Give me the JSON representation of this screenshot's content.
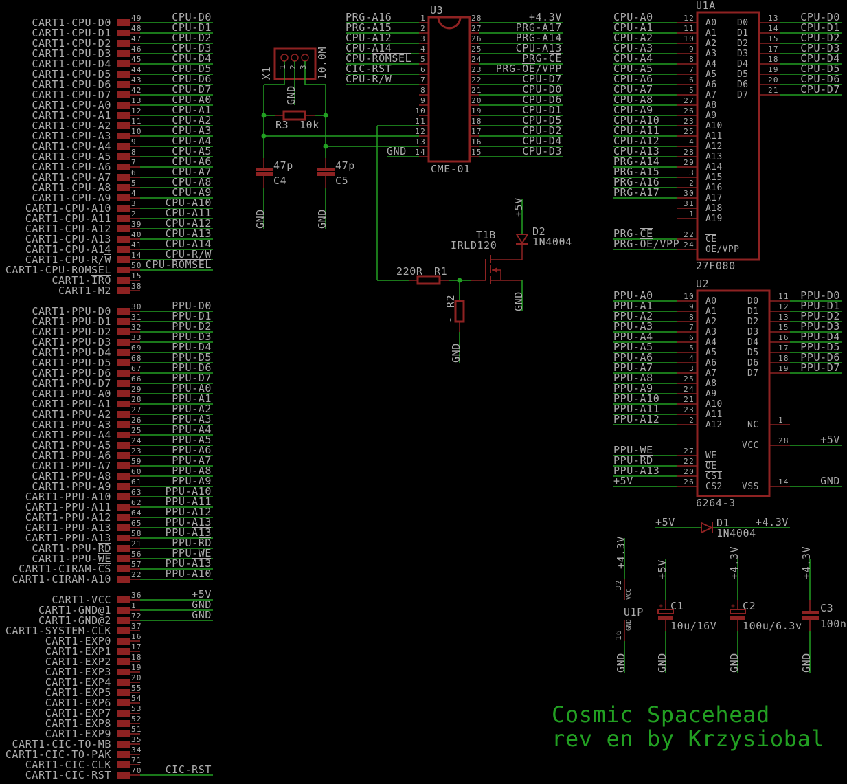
{
  "colors": {
    "background": "#000000",
    "text": "#ababab",
    "wire": "#22a022",
    "part": "#8e2222",
    "title": "#22a022"
  },
  "connector": {
    "sections": [
      {
        "rows": [
          {
            "label": "CART1-CPU-D0",
            "pin": "49",
            "net": "CPU-D0"
          },
          {
            "label": "CART1-CPU-D1",
            "pin": "48",
            "net": "CPU-D1"
          },
          {
            "label": "CART1-CPU-D2",
            "pin": "47",
            "net": "CPU-D2"
          },
          {
            "label": "CART1-CPU-D3",
            "pin": "46",
            "net": "CPU-D3"
          },
          {
            "label": "CART1-CPU-D4",
            "pin": "45",
            "net": "CPU-D4"
          },
          {
            "label": "CART1-CPU-D5",
            "pin": "44",
            "net": "CPU-D5"
          },
          {
            "label": "CART1-CPU-D6",
            "pin": "43",
            "net": "CPU-D6"
          },
          {
            "label": "CART1-CPU-D7",
            "pin": "42",
            "net": "CPU-D7"
          },
          {
            "label": "CART1-CPU-A0",
            "pin": "13",
            "net": "CPU-A0"
          },
          {
            "label": "CART1-CPU-A1",
            "pin": "12",
            "net": "CPU-A1"
          },
          {
            "label": "CART1-CPU-A2",
            "pin": "11",
            "net": "CPU-A2"
          },
          {
            "label": "CART1-CPU-A3",
            "pin": "10",
            "net": "CPU-A3"
          },
          {
            "label": "CART1-CPU-A4",
            "pin": "9",
            "net": "CPU-A4"
          },
          {
            "label": "CART1-CPU-A5",
            "pin": "8",
            "net": "CPU-A5"
          },
          {
            "label": "CART1-CPU-A6",
            "pin": "7",
            "net": "CPU-A6"
          },
          {
            "label": "CART1-CPU-A7",
            "pin": "6",
            "net": "CPU-A7"
          },
          {
            "label": "CART1-CPU-A8",
            "pin": "5",
            "net": "CPU-A8"
          },
          {
            "label": "CART1-CPU-A9",
            "pin": "4",
            "net": "CPU-A9"
          },
          {
            "label": "CART1-CPU-A10",
            "pin": "3",
            "net": "CPU-A10"
          },
          {
            "label": "CART1-CPU-A11",
            "pin": "2",
            "net": "CPU-A11"
          },
          {
            "label": "CART1-CPU-A12",
            "pin": "39",
            "net": "CPU-A12"
          },
          {
            "label": "CART1-CPU-A13",
            "pin": "40",
            "net": "CPU-A13"
          },
          {
            "label": "CART1-CPU-A14",
            "pin": "41",
            "net": "CPU-A14"
          },
          {
            "label": "CART1-CPU-R/W",
            "pin": "14",
            "net": "CPU-R/W",
            "overline": "W",
            "net_overline": "W"
          },
          {
            "label": "CART1-CPU-ROMSEL",
            "pin": "50",
            "net": "CPU-ROMSEL",
            "overline": "ROMSEL",
            "net_overline": "ROMSEL"
          },
          {
            "label": "CART1-IRQ",
            "pin": "15",
            "overline": "IRQ"
          },
          {
            "label": "CART1-M2",
            "pin": "38"
          }
        ]
      },
      {
        "rows": [
          {
            "label": "CART1-PPU-D0",
            "pin": "30",
            "net": "PPU-D0"
          },
          {
            "label": "CART1-PPU-D1",
            "pin": "31",
            "net": "PPU-D1"
          },
          {
            "label": "CART1-PPU-D2",
            "pin": "32",
            "net": "PPU-D2"
          },
          {
            "label": "CART1-PPU-D3",
            "pin": "33",
            "net": "PPU-D3"
          },
          {
            "label": "CART1-PPU-D4",
            "pin": "69",
            "net": "PPU-D4"
          },
          {
            "label": "CART1-PPU-D5",
            "pin": "68",
            "net": "PPU-D5"
          },
          {
            "label": "CART1-PPU-D6",
            "pin": "67",
            "net": "PPU-D6"
          },
          {
            "label": "CART1-PPU-D7",
            "pin": "66",
            "net": "PPU-D7"
          },
          {
            "label": "CART1-PPU-A0",
            "pin": "29",
            "net": "PPU-A0"
          },
          {
            "label": "CART1-PPU-A1",
            "pin": "28",
            "net": "PPU-A1"
          },
          {
            "label": "CART1-PPU-A2",
            "pin": "27",
            "net": "PPU-A2"
          },
          {
            "label": "CART1-PPU-A3",
            "pin": "26",
            "net": "PPU-A3"
          },
          {
            "label": "CART1-PPU-A4",
            "pin": "25",
            "net": "PPU-A4"
          },
          {
            "label": "CART1-PPU-A5",
            "pin": "24",
            "net": "PPU-A5"
          },
          {
            "label": "CART1-PPU-A6",
            "pin": "23",
            "net": "PPU-A6"
          },
          {
            "label": "CART1-PPU-A7",
            "pin": "59",
            "net": "PPU-A7"
          },
          {
            "label": "CART1-PPU-A8",
            "pin": "60",
            "net": "PPU-A8"
          },
          {
            "label": "CART1-PPU-A9",
            "pin": "61",
            "net": "PPU-A9"
          },
          {
            "label": "CART1-PPU-A10",
            "pin": "63",
            "net": "PPU-A10"
          },
          {
            "label": "CART1-PPU-A11",
            "pin": "62",
            "net": "PPU-A11"
          },
          {
            "label": "CART1-PPU-A12",
            "pin": "64",
            "net": "PPU-A12"
          },
          {
            "label": "CART1-PPU-A13",
            "pin": "65",
            "net": "PPU-A13"
          },
          {
            "label": "CART1-PPU-A13",
            "pin": "58",
            "net": "PPU-A13",
            "overline": "A13",
            "net_overline": "A13"
          },
          {
            "label": "CART1-PPU-RD",
            "pin": "21",
            "net": "PPU-RD",
            "overline": "RD",
            "net_overline": "RD"
          },
          {
            "label": "CART1-PPU-WE",
            "pin": "56",
            "net": "PPU-WE",
            "overline": "WE",
            "net_overline": "WE"
          },
          {
            "label": "CART1-CIRAM-CS",
            "pin": "57",
            "net": "PPU-A13",
            "overline": "CS",
            "net_overline": "A13"
          },
          {
            "label": "CART1-CIRAM-A10",
            "pin": "22",
            "net": "PPU-A10"
          }
        ]
      },
      {
        "rows": [
          {
            "label": "CART1-VCC",
            "pin": "36",
            "net": "+5V"
          },
          {
            "label": "CART1-GND@1",
            "pin": "1",
            "net": "GND"
          },
          {
            "label": "CART1-GND@2",
            "pin": "72",
            "net": "GND"
          },
          {
            "label": "CART1-SYSTEM-CLK",
            "pin": "37"
          },
          {
            "label": "CART1-EXP0",
            "pin": "16"
          },
          {
            "label": "CART1-EXP1",
            "pin": "17"
          },
          {
            "label": "CART1-EXP2",
            "pin": "18"
          },
          {
            "label": "CART1-EXP3",
            "pin": "19"
          },
          {
            "label": "CART1-EXP4",
            "pin": "20"
          },
          {
            "label": "CART1-EXP5",
            "pin": "55"
          },
          {
            "label": "CART1-EXP6",
            "pin": "54"
          },
          {
            "label": "CART1-EXP7",
            "pin": "53"
          },
          {
            "label": "CART1-EXP8",
            "pin": "52"
          },
          {
            "label": "CART1-EXP9",
            "pin": "51"
          },
          {
            "label": "CART1-CIC-TO-MB",
            "pin": "35"
          },
          {
            "label": "CART1-CIC-TO-PAK",
            "pin": "34"
          },
          {
            "label": "CART1-CIC-CLK",
            "pin": "71"
          },
          {
            "label": "CART1-CIC-RST",
            "pin": "70",
            "net": "CIC-RST"
          }
        ]
      }
    ]
  },
  "u3": {
    "ref": "U3",
    "value": "CME-01",
    "left": [
      {
        "pin": "1",
        "net": "PRG-A16"
      },
      {
        "pin": "2",
        "net": "PRG-A15"
      },
      {
        "pin": "3",
        "net": "CPU-A12"
      },
      {
        "pin": "4",
        "net": "CPU-A14"
      },
      {
        "pin": "5",
        "net": "CPU-ROMSEL",
        "overline": "ROMSEL"
      },
      {
        "pin": "6",
        "net": "CIC-RST"
      },
      {
        "pin": "7",
        "net": "CPU-R/W",
        "overline": "W"
      },
      {
        "pin": "8"
      },
      {
        "pin": "9"
      },
      {
        "pin": "10"
      },
      {
        "pin": "11"
      },
      {
        "pin": "12"
      },
      {
        "pin": "13"
      },
      {
        "pin": "14",
        "net": "GND"
      }
    ],
    "right": [
      {
        "pin": "28",
        "net": "+4.3V"
      },
      {
        "pin": "27",
        "net": "PRG-A17"
      },
      {
        "pin": "26",
        "net": "PRG-A14"
      },
      {
        "pin": "25",
        "net": "CPU-A13"
      },
      {
        "pin": "24",
        "net": "PRG-CE",
        "overline": "CE"
      },
      {
        "pin": "23",
        "net": "PRG-OE/VPP",
        "overline": "OE"
      },
      {
        "pin": "22",
        "net": "CPU-D7"
      },
      {
        "pin": "21",
        "net": "CPU-D0"
      },
      {
        "pin": "20",
        "net": "CPU-D6"
      },
      {
        "pin": "19",
        "net": "CPU-D1"
      },
      {
        "pin": "18",
        "net": "CPU-D5"
      },
      {
        "pin": "17",
        "net": "CPU-D2"
      },
      {
        "pin": "16",
        "net": "CPU-D4"
      },
      {
        "pin": "15",
        "net": "CPU-D3"
      }
    ]
  },
  "u1a": {
    "ref": "U1A",
    "value": "27F080",
    "left": [
      {
        "name": "A0",
        "pin": "12",
        "net": "CPU-A0"
      },
      {
        "name": "A1",
        "pin": "11",
        "net": "CPU-A1"
      },
      {
        "name": "A2",
        "pin": "10",
        "net": "CPU-A2"
      },
      {
        "name": "A3",
        "pin": "9",
        "net": "CPU-A3"
      },
      {
        "name": "A4",
        "pin": "8",
        "net": "CPU-A4"
      },
      {
        "name": "A5",
        "pin": "7",
        "net": "CPU-A5"
      },
      {
        "name": "A6",
        "pin": "6",
        "net": "CPU-A6"
      },
      {
        "name": "A7",
        "pin": "5",
        "net": "CPU-A7"
      },
      {
        "name": "A8",
        "pin": "27",
        "net": "CPU-A8"
      },
      {
        "name": "A9",
        "pin": "26",
        "net": "CPU-A9"
      },
      {
        "name": "A10",
        "pin": "23",
        "net": "CPU-A10"
      },
      {
        "name": "A11",
        "pin": "25",
        "net": "CPU-A11"
      },
      {
        "name": "A12",
        "pin": "4",
        "net": "CPU-A12"
      },
      {
        "name": "A13",
        "pin": "28",
        "net": "CPU-A13"
      },
      {
        "name": "A14",
        "pin": "29",
        "net": "PRG-A14"
      },
      {
        "name": "A15",
        "pin": "3",
        "net": "PRG-A15"
      },
      {
        "name": "A16",
        "pin": "2",
        "net": "PRG-A16"
      },
      {
        "name": "A17",
        "pin": "30",
        "net": "PRG-A17"
      },
      {
        "name": "A18",
        "pin": "31"
      },
      {
        "name": "A19",
        "pin": "1"
      }
    ],
    "control": [
      {
        "name": "CE",
        "name_overline": "CE",
        "pin": "22",
        "net": "PRG-CE",
        "overline": "CE"
      },
      {
        "name": "OE/VPP",
        "name_overline": "OE",
        "pin": "24",
        "net": "PRG-OE/VPP",
        "overline": "OE"
      }
    ],
    "right": [
      {
        "name": "D0",
        "pin": "13",
        "net": "CPU-D0"
      },
      {
        "name": "D1",
        "pin": "14",
        "net": "CPU-D1"
      },
      {
        "name": "D2",
        "pin": "15",
        "net": "CPU-D2"
      },
      {
        "name": "D3",
        "pin": "17",
        "net": "CPU-D3"
      },
      {
        "name": "D4",
        "pin": "18",
        "net": "CPU-D4"
      },
      {
        "name": "D5",
        "pin": "19",
        "net": "CPU-D5"
      },
      {
        "name": "D6",
        "pin": "20",
        "net": "CPU-D6"
      },
      {
        "name": "D7",
        "pin": "21",
        "net": "CPU-D7"
      }
    ]
  },
  "u2": {
    "ref": "U2",
    "value": "6264-3",
    "left": [
      {
        "name": "A0",
        "pin": "10",
        "net": "PPU-A0"
      },
      {
        "name": "A1",
        "pin": "9",
        "net": "PPU-A1"
      },
      {
        "name": "A2",
        "pin": "8",
        "net": "PPU-A2"
      },
      {
        "name": "A3",
        "pin": "7",
        "net": "PPU-A3"
      },
      {
        "name": "A4",
        "pin": "6",
        "net": "PPU-A4"
      },
      {
        "name": "A5",
        "pin": "5",
        "net": "PPU-A5"
      },
      {
        "name": "A6",
        "pin": "4",
        "net": "PPU-A6"
      },
      {
        "name": "A7",
        "pin": "3",
        "net": "PPU-A7"
      },
      {
        "name": "A8",
        "pin": "25",
        "net": "PPU-A8"
      },
      {
        "name": "A9",
        "pin": "24",
        "net": "PPU-A9"
      },
      {
        "name": "A10",
        "pin": "21",
        "net": "PPU-A10"
      },
      {
        "name": "A11",
        "pin": "23",
        "net": "PPU-A11"
      },
      {
        "name": "A12",
        "pin": "2",
        "net": "PPU-A12"
      }
    ],
    "control": [
      {
        "name": "WE",
        "name_overline": "WE",
        "pin": "27",
        "net": "PPU-WE",
        "overline": "WE"
      },
      {
        "name": "OE",
        "name_overline": "OE",
        "pin": "22",
        "net": "PPU-RD",
        "overline": "RD"
      },
      {
        "name": "CS1",
        "name_overline": "CS1",
        "pin": "20",
        "net": "PPU-A13"
      },
      {
        "name": "CS2",
        "pin": "26",
        "net": "+5V"
      }
    ],
    "right": [
      {
        "name": "D0",
        "pin": "11",
        "net": "PPU-D0"
      },
      {
        "name": "D1",
        "pin": "12",
        "net": "PPU-D1"
      },
      {
        "name": "D2",
        "pin": "13",
        "net": "PPU-D2"
      },
      {
        "name": "D3",
        "pin": "15",
        "net": "PPU-D3"
      },
      {
        "name": "D4",
        "pin": "16",
        "net": "PPU-D4"
      },
      {
        "name": "D5",
        "pin": "17",
        "net": "PPU-D5"
      },
      {
        "name": "D6",
        "pin": "18",
        "net": "PPU-D6"
      },
      {
        "name": "D7",
        "pin": "19",
        "net": "PPU-D7"
      }
    ],
    "power": [
      {
        "name": "NC",
        "pin": "1"
      },
      {
        "name": "VCC",
        "pin": "28",
        "net": "+5V"
      },
      {
        "name": "VSS",
        "pin": "14",
        "net": "GND"
      }
    ]
  },
  "crystal": {
    "ref": "X1",
    "value": "10.0M",
    "pins": [
      "1",
      "2",
      "3"
    ],
    "gnd": "GND"
  },
  "r3": {
    "ref": "R3",
    "value": "10k"
  },
  "c4": {
    "ref": "C4",
    "value": "47p",
    "gnd": "GND"
  },
  "c5": {
    "ref": "C5",
    "value": "47p",
    "gnd": "GND"
  },
  "r1": {
    "ref": "R1",
    "value": "220R"
  },
  "r2": {
    "ref": "R2",
    "value": "-",
    "gnd": "GND"
  },
  "t1": {
    "ref": "T1B",
    "value": "IRLD120",
    "gnd": "GND"
  },
  "d2": {
    "ref": "D2",
    "value": "1N4004",
    "supply": "+5V"
  },
  "d1": {
    "ref": "D1",
    "value": "1N4004",
    "in": "+5V",
    "out": "+4.3V"
  },
  "u1p": {
    "ref": "U1P",
    "vcc_pin": "32",
    "vcc_name": "VCC",
    "gnd_pin": "16",
    "gnd_name": "GND",
    "supply": "+4.3V",
    "gnd": "GND"
  },
  "caps": [
    {
      "ref": "C1",
      "value": "10u/16V",
      "supply": "+5V",
      "polarized": true,
      "gnd": "GND"
    },
    {
      "ref": "C2",
      "value": "100u/6.3v",
      "supply": "+4.3V",
      "polarized": true,
      "gnd": "GND"
    },
    {
      "ref": "C3",
      "value": "100n",
      "supply": "+4.3V",
      "polarized": false,
      "gnd": "GND"
    }
  ],
  "title": {
    "line1": "Cosmic Spacehead",
    "line2": "rev en by Krzysiobal"
  }
}
